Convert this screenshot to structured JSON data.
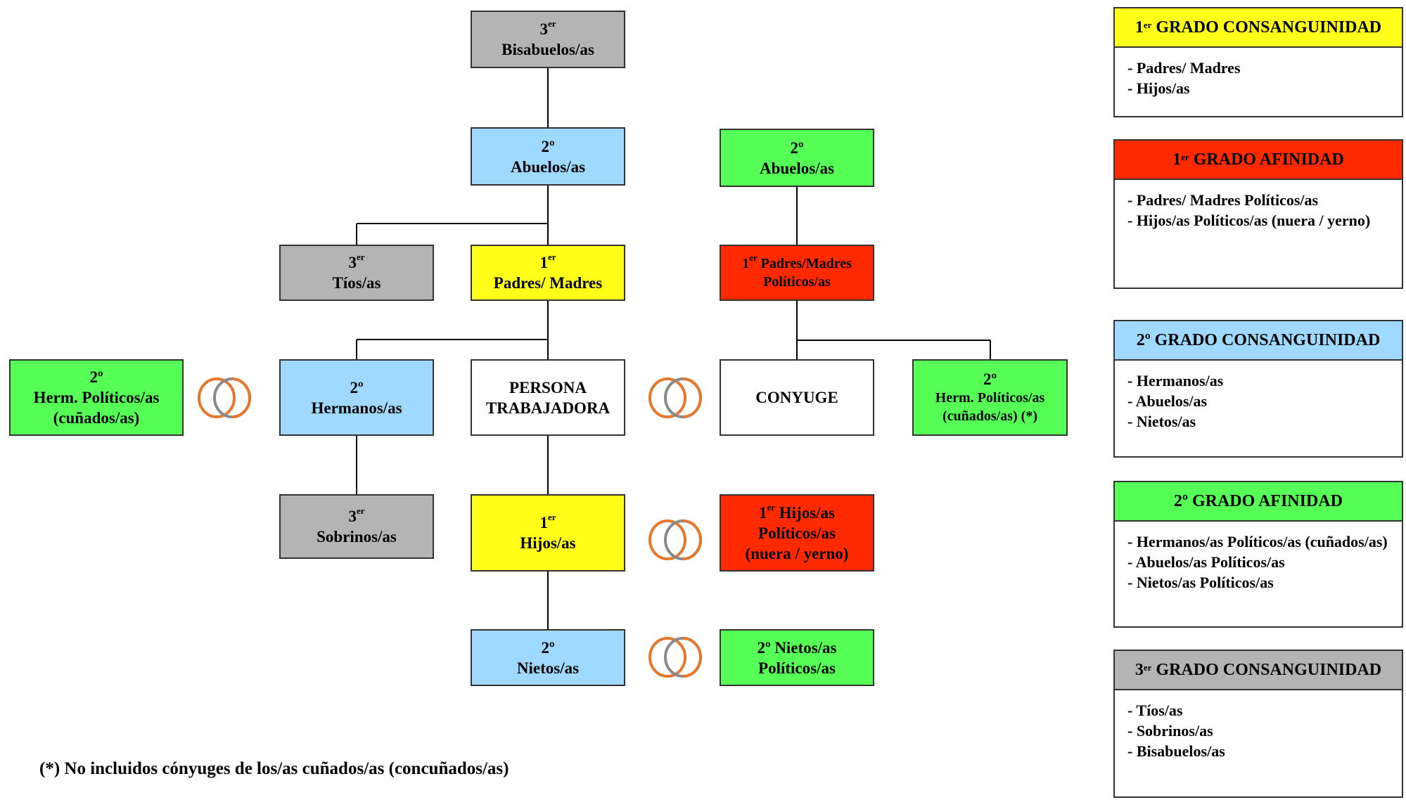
{
  "nodes": {
    "bisabuelos": {
      "deg": "3",
      "sup": "er",
      "label": "Bisabuelos/as"
    },
    "abuelos": {
      "deg": "2º",
      "label": "Abuelos/as"
    },
    "abuelos_pol": {
      "deg": "2º",
      "label": "Abuelos/as"
    },
    "tios": {
      "deg": "3",
      "sup": "er",
      "label": "Tíos/as"
    },
    "padres": {
      "deg": "1",
      "sup": "er",
      "label": "Padres/ Madres"
    },
    "padres_pol": {
      "deg": "1",
      "sup": "er",
      "label1": "Padres/Madres",
      "label2": "Políticos/as"
    },
    "herm_pol_left": {
      "deg": "2º",
      "label1": "Herm. Políticos/as",
      "label2": "(cuñados/as)"
    },
    "hermanos": {
      "deg": "2º",
      "label": "Hermanos/as"
    },
    "persona": {
      "label1": "PERSONA",
      "label2": "TRABAJADORA"
    },
    "conyuge": {
      "label": "CONYUGE"
    },
    "herm_pol_right": {
      "deg": "2º",
      "label1": "Herm. Políticos/as",
      "label2": "(cuñados/as) (*)"
    },
    "sobrinos": {
      "deg": "3",
      "sup": "er",
      "label": "Sobrinos/as"
    },
    "hijos": {
      "deg": "1",
      "sup": "er",
      "label": "Hijos/as"
    },
    "hijos_pol": {
      "deg": "1",
      "sup": "er",
      "label1": "Hijos/as",
      "label2": "Políticos/as",
      "label3": "(nuera / yerno)"
    },
    "nietos": {
      "deg": "2º",
      "label": "Nietos/as"
    },
    "nietos_pol": {
      "label1": "2º Nietos/as",
      "label2": "Políticos/as"
    }
  },
  "legend": [
    {
      "deg": "1",
      "sup": "er",
      "title": "GRADO CONSANGUINIDAD",
      "color": "#ffff1a",
      "items": [
        "- Padres/ Madres",
        "- Hijos/as"
      ]
    },
    {
      "deg": "1",
      "sup": "er",
      "title": "GRADO AFINIDAD",
      "color": "#ff2a00",
      "items": [
        "- Padres/ Madres Políticos/as",
        "- Hijos/as Políticos/as (nuera / yerno)"
      ]
    },
    {
      "deg": "2º",
      "title": "GRADO CONSANGUINIDAD",
      "color": "#9fd9ff",
      "items": [
        "- Hermanos/as",
        "- Abuelos/as",
        "- Nietos/as"
      ]
    },
    {
      "deg": "2º",
      "title": "GRADO AFINIDAD",
      "color": "#55ff55",
      "items": [
        "- Hermanos/as Políticos/as (cuñados/as)",
        "- Abuelos/as Políticos/as",
        "- Nietos/as Políticos/as"
      ]
    },
    {
      "deg": "3",
      "sup": "er",
      "title": "GRADO CONSANGUINIDAD",
      "color": "#b4b4b4",
      "items": [
        "- Tíos/as",
        "- Sobrinos/as",
        "- Bisabuelos/as"
      ]
    }
  ],
  "footnote": "(*) No incluidos cónyuges de los/as cuñados/as (concuñados/as)",
  "icons": {
    "rings": "wedding-rings-icon"
  },
  "colors": {
    "gray": "#b4b4b4",
    "blue": "#9fd9ff",
    "yellow": "#ffff1a",
    "red": "#ff2a00",
    "green": "#55ff55",
    "rings": "#e8772e"
  }
}
